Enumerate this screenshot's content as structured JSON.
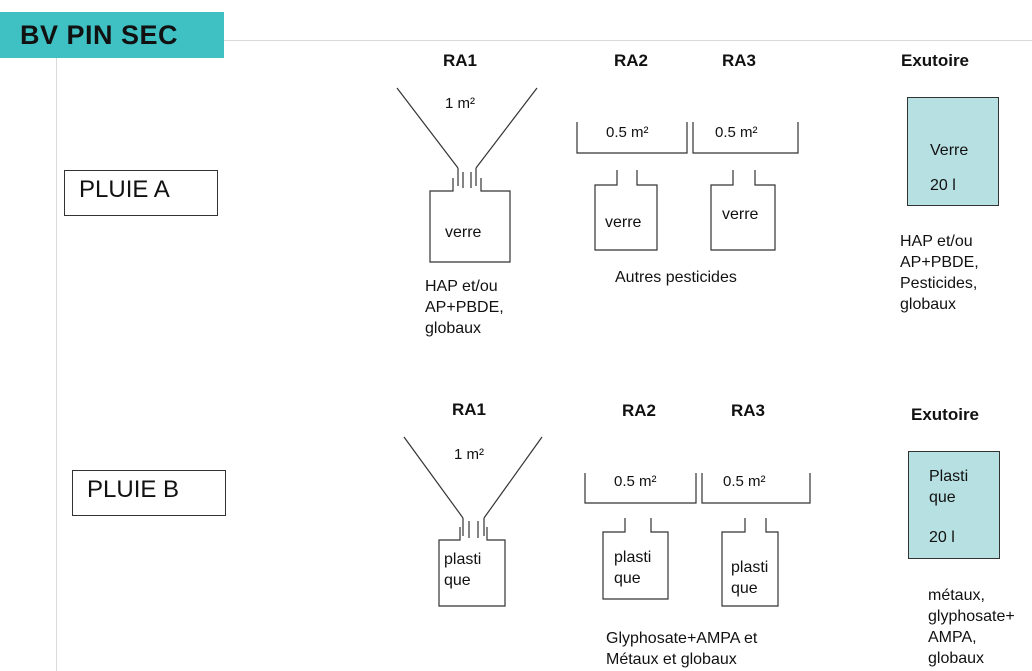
{
  "title": "BV PIN SEC",
  "pluie_a": {
    "label": "PLUIE A",
    "ra1": {
      "header": "RA1",
      "area": "1 m²",
      "container": "verre",
      "notes": [
        "HAP et/ou",
        "AP+PBDE,",
        "globaux"
      ]
    },
    "ra2": {
      "header": "RA2",
      "area": "0.5 m²",
      "container": "verre"
    },
    "ra3": {
      "header": "RA3",
      "area": "0.5 m²",
      "container": "verre"
    },
    "ra23_note": "Autres pesticides",
    "exutoire": {
      "header": "Exutoire",
      "container": "Verre",
      "volume": "20 l",
      "notes": [
        "HAP et/ou",
        "AP+PBDE,",
        "Pesticides,",
        "globaux"
      ]
    }
  },
  "pluie_b": {
    "label": "PLUIE B",
    "ra1": {
      "header": "RA1",
      "area": "1 m²",
      "container": [
        "plasti",
        "que"
      ]
    },
    "ra2": {
      "header": "RA2",
      "area": "0.5 m²",
      "container": [
        "plasti",
        "que"
      ]
    },
    "ra3": {
      "header": "RA3",
      "area": "0.5 m²",
      "container": [
        "plasti",
        "que"
      ]
    },
    "ra23_note": [
      "Glyphosate+AMPA et",
      "Métaux et globaux"
    ],
    "exutoire": {
      "header": "Exutoire",
      "container": [
        "Plasti",
        "que"
      ],
      "volume": "20 l",
      "notes": [
        "métaux,",
        "glyphosate+",
        "AMPA,",
        "globaux"
      ]
    }
  }
}
